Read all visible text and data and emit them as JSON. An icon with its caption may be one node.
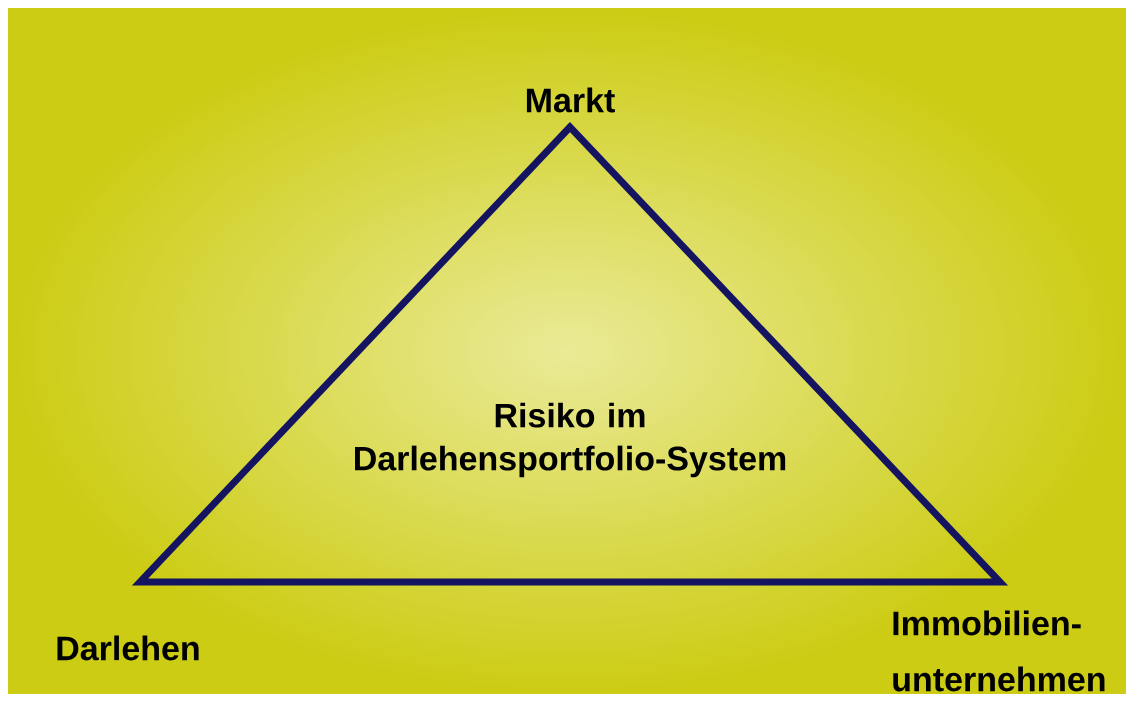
{
  "diagram": {
    "nodes": [
      {
        "text": [
          "Risiko im Darlehensportfolio-System"
        ]
      }
    ],
    "labels": [
      "Markt",
      "Darlehen",
      "Immobilien- unternehmen"
    ]
  }
}
